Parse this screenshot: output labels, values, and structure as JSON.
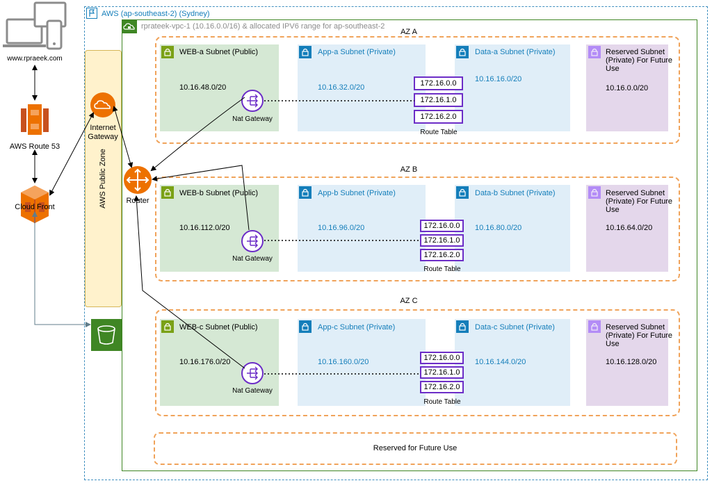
{
  "region": {
    "title": "AWS (ap-southeast-2) (Sydney)"
  },
  "vpc": {
    "title": "rprateek-vpc-1 (10.16.0.0/16) & allocated IPV6 range for ap-southeast-2"
  },
  "client": {
    "label": "www.rpraeek.com"
  },
  "route53": {
    "label": "AWS Route 53"
  },
  "cloudfront": {
    "label": "Cloud Front"
  },
  "igw": {
    "label_line1": "Internet",
    "label_line2": "Gateway"
  },
  "public_zone": {
    "label": "AWS Public Zone"
  },
  "router": {
    "label": "Router"
  },
  "route_table": {
    "label": "Route Table",
    "entries": [
      "172.16.0.0",
      "172.16.1.0",
      "172.16.2.0"
    ]
  },
  "nat": {
    "label": "Nat Gateway"
  },
  "reserved_bottom": {
    "label": "Reserved for Future Use"
  },
  "azs": [
    {
      "label": "AZ A",
      "web": {
        "name": "WEB-a Subnet (Public)",
        "cidr": "10.16.48.0/20"
      },
      "app": {
        "name": "App-a Subnet (Private)",
        "cidr": "10.16.32.0/20"
      },
      "data": {
        "name": "Data-a Subnet (Private)",
        "cidr": "10.16.16.0/20"
      },
      "res": {
        "name": "Reserved Subnet (Private) For Future Use",
        "cidr": "10.16.0.0/20"
      }
    },
    {
      "label": "AZ B",
      "web": {
        "name": "WEB-b Subnet (Public)",
        "cidr": "10.16.112.0/20"
      },
      "app": {
        "name": "App-b Subnet (Private)",
        "cidr": "10.16.96.0/20"
      },
      "data": {
        "name": "Data-b Subnet (Private)",
        "cidr": "10.16.80.0/20"
      },
      "res": {
        "name": "Reserved Subnet (Private) For Future Use",
        "cidr": "10.16.64.0/20"
      }
    },
    {
      "label": "AZ C",
      "web": {
        "name": "WEB-c Subnet (Public)",
        "cidr": "10.16.176.0/20"
      },
      "app": {
        "name": "App-c Subnet (Private)",
        "cidr": "10.16.160.0/20"
      },
      "data": {
        "name": "Data-c Subnet (Private)",
        "cidr": "10.16.144.0/20"
      },
      "res": {
        "name": "Reserved Subnet (Private) For Future Use",
        "cidr": "10.16.128.0/20"
      }
    }
  ],
  "colors": {
    "region_border": "#3f8fbf",
    "vpc_border": "#3f8624",
    "az_border": "#f0a35a",
    "public_subnet": "#d5e8d4",
    "private_subnet": "#e0eef8",
    "reserved_subnet": "#e4d7eb",
    "route_table_border": "#6c2dc7",
    "aws_orange": "#ed7100",
    "s3_green": "#3f8624"
  }
}
